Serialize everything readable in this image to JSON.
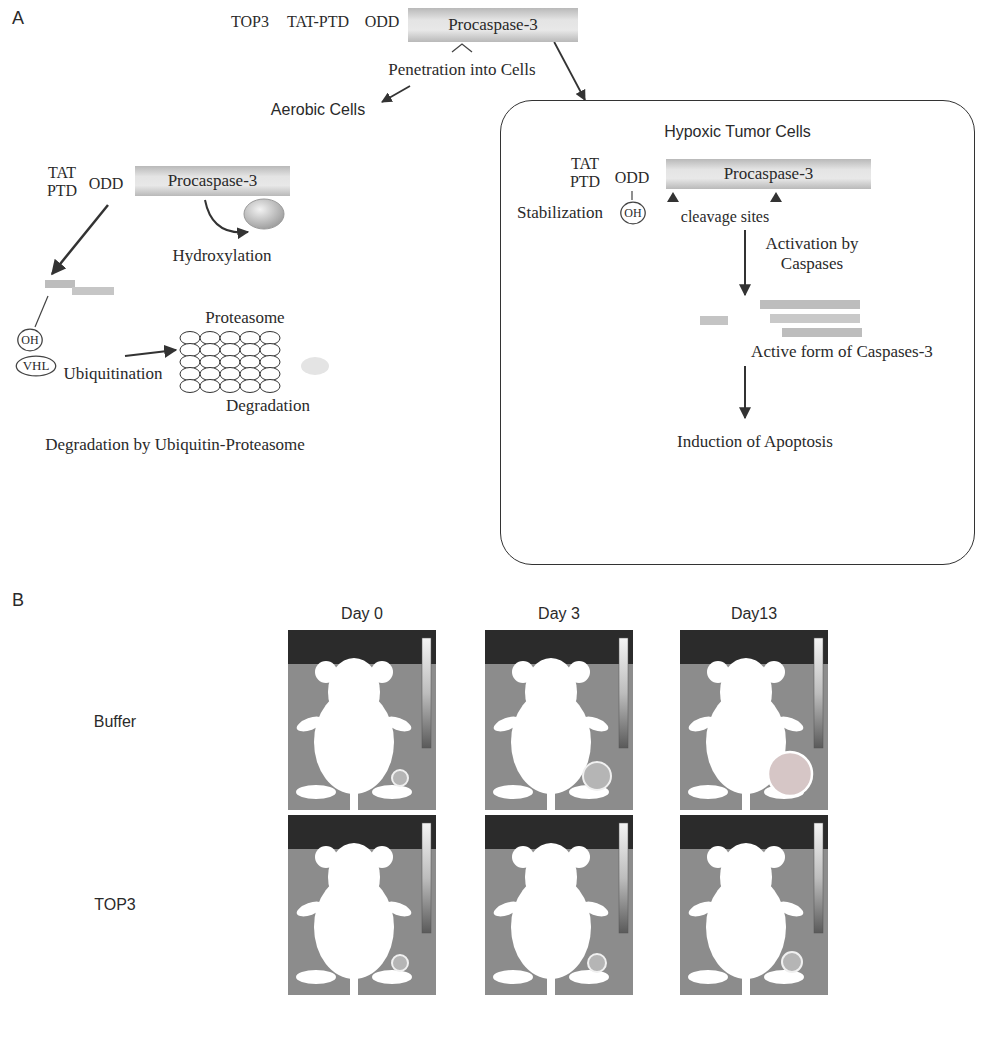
{
  "diagram": {
    "nodes": [
      {
        "text": [
          "Procaspase-3"
        ]
      },
      {
        "text": [
          "Procaspase-3"
        ]
      },
      {
        "text": [
          "OH"
        ]
      },
      {
        "text": [
          "VHL"
        ]
      },
      {
        "text": [
          "Hypoxic Tumor Cells"
        ]
      },
      {
        "text": [
          "Procaspase-3"
        ],
        "in": 4
      },
      {
        "text": [
          "OH"
        ],
        "in": 4
      }
    ],
    "edges": [
      {
        "from": 0,
        "to": 4,
        "arrow": "to"
      }
    ],
    "labels": [
      "A",
      "TOP3",
      "TAT-PTD",
      "ODD",
      "Penetration into Cells",
      "Aerobic Cells",
      "TAT PTD",
      "ODD",
      "Hydroxylation",
      "Ubiquitination",
      "Proteasome",
      "Degradation",
      "Degradation by Ubiquitin-Proteasome",
      "TAT PTD",
      "ODD",
      "Stabilization",
      "cleavage sites",
      "Activation by Caspases",
      "Active form of Caspases-3",
      "Induction of Apoptosis",
      "B",
      "Day 0",
      "Day 3",
      "Day13",
      "Buffer",
      "TOP3"
    ]
  }
}
